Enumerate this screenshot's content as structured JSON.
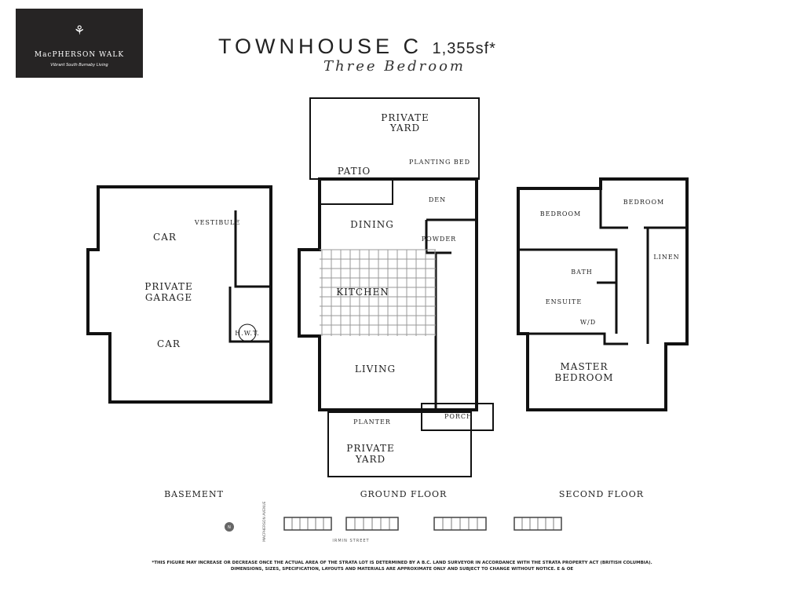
{
  "logo": {
    "name": "MacPHERSON WALK",
    "tagline": "Vibrant South Burnaby Living",
    "icon": "plant-urn-icon"
  },
  "header": {
    "title": "TOWNHOUSE C",
    "area": "1,355sf*",
    "subtitle": "Three Bedroom"
  },
  "basement": {
    "label": "BASEMENT",
    "rooms": {
      "car1": "CAR",
      "vestibule": "VESTIBULE",
      "garage1": "PRIVATE",
      "garage2": "GARAGE",
      "car2": "CAR",
      "hwt": "H.W.T."
    }
  },
  "ground": {
    "label": "GROUND FLOOR",
    "rooms": {
      "yard1a": "PRIVATE",
      "yard1b": "YARD",
      "patio": "PATIO",
      "planting": "PLANTING BED",
      "den": "DEN",
      "dining": "DINING",
      "powder": "POWDER",
      "kitchen": "KITCHEN",
      "living": "LIVING",
      "planter": "PLANTER",
      "porch": "PORCH",
      "yard2a": "PRIVATE",
      "yard2b": "YARD"
    }
  },
  "second": {
    "label": "SECOND FLOOR",
    "rooms": {
      "bed1": "BEDROOM",
      "bed2": "BEDROOM",
      "linen": "LINEN",
      "bath": "BATH",
      "ensuite": "ENSUITE",
      "wd": "W/D",
      "master1": "MASTER",
      "master2": "BEDROOM"
    }
  },
  "keyplan": {
    "street_side": "MACPHERSON AVENUE",
    "street_bottom": "IRMIN STREET",
    "compass": "N"
  },
  "disclaimer": {
    "line1": "*THIS FIGURE MAY INCREASE OR DECREASE ONCE THE ACTUAL AREA OF THE STRATA LOT IS DETERMINED BY A B.C. LAND SURVEYOR IN ACCORDANCE WITH THE STRATA PROPERTY ACT (BRITISH COLUMBIA).",
    "line2": "DIMENSIONS, SIZES, SPECIFICATION, LAYOUTS AND MATERIALS ARE APPROXIMATE ONLY AND SUBJECT TO CHANGE WITHOUT NOTICE. E & OE"
  }
}
